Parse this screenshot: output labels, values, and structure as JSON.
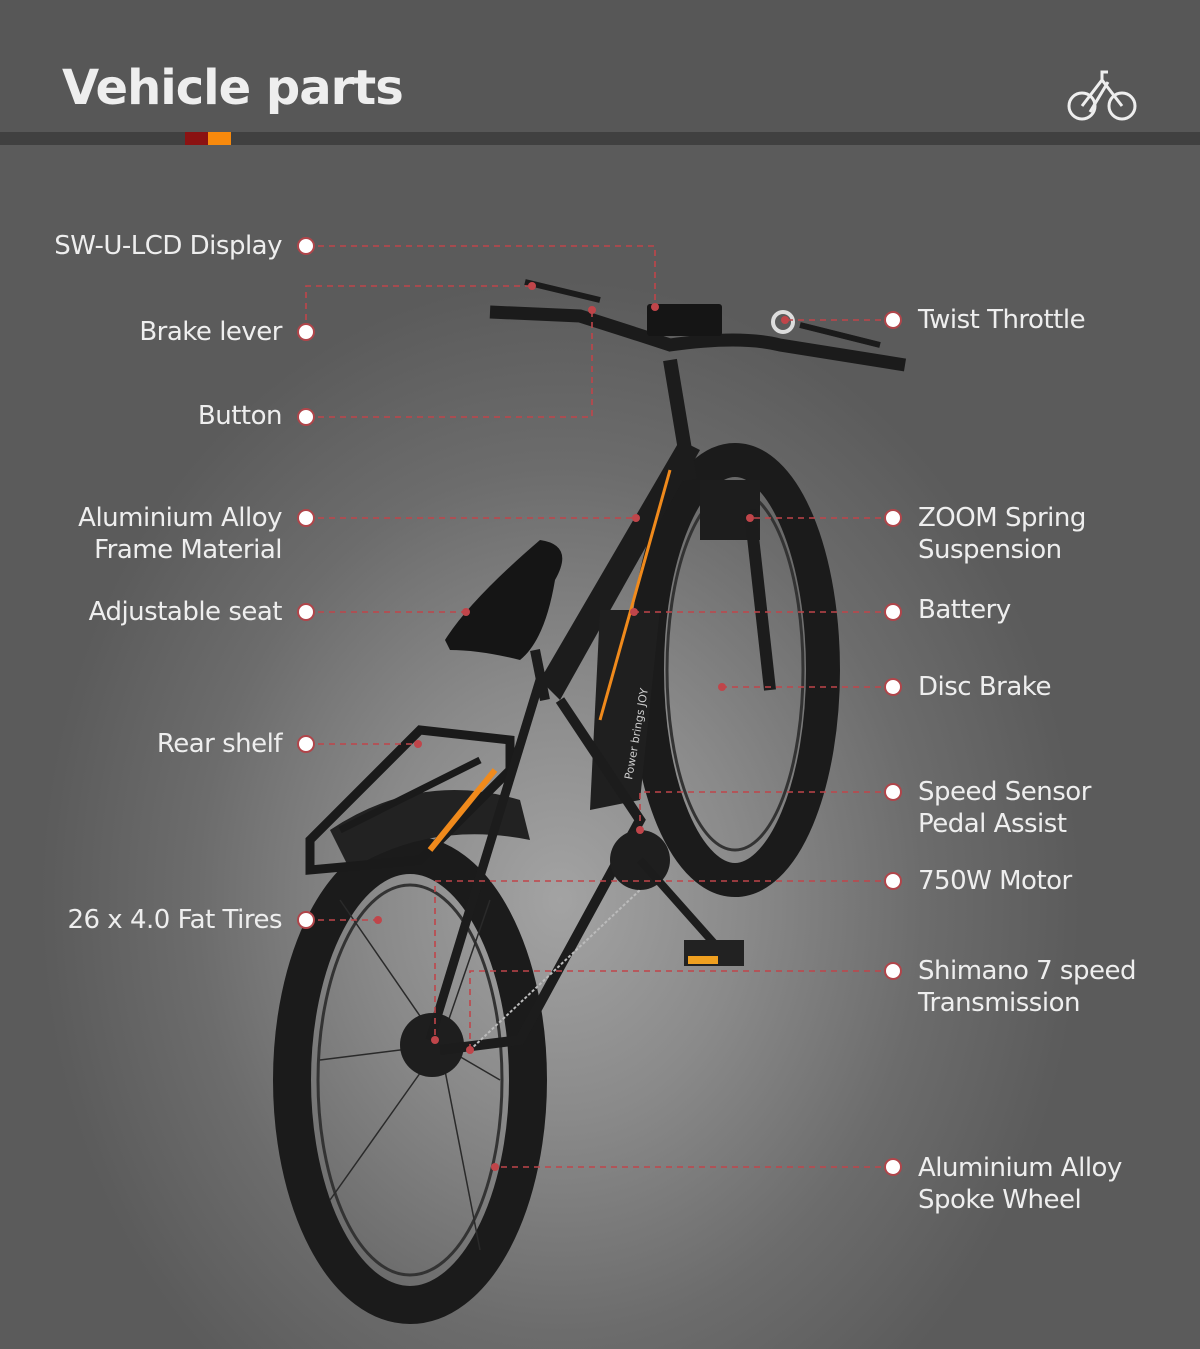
{
  "header": {
    "title": "Vehicle parts",
    "logo_icon": "bicycle-icon",
    "accent_colors": [
      "#8b1212",
      "#f7890c"
    ]
  },
  "callouts_left": [
    {
      "label": "SW-U-LCD Display"
    },
    {
      "label": "Brake lever"
    },
    {
      "label": "Button"
    },
    {
      "label": "Aluminium Alloy Frame Material",
      "lines": [
        "Aluminium Alloy",
        "Frame Material"
      ]
    },
    {
      "label": "Adjustable seat"
    },
    {
      "label": "Rear shelf"
    },
    {
      "label": "26 x 4.0 Fat Tires"
    }
  ],
  "callouts_right": [
    {
      "label": "Twist Throttle"
    },
    {
      "label": "ZOOM Spring Suspension",
      "lines": [
        "ZOOM Spring",
        "Suspension"
      ]
    },
    {
      "label": "Battery"
    },
    {
      "label": "Disc Brake"
    },
    {
      "label": "Speed Sensor Pedal Assist",
      "lines": [
        "Speed Sensor",
        "Pedal Assist"
      ]
    },
    {
      "label": "750W Motor"
    },
    {
      "label": "Shimano 7 speed Transmission",
      "lines": [
        "Shimano 7 speed",
        "Transmission"
      ]
    },
    {
      "label": "Aluminium Alloy Spoke Wheel",
      "lines": [
        "Aluminium Alloy",
        "Spoke Wheel"
      ]
    }
  ],
  "bike": {
    "battery_text": "Power brings JOY"
  },
  "colors": {
    "callout_line": "#c0454a",
    "dot": "#ffffff"
  }
}
